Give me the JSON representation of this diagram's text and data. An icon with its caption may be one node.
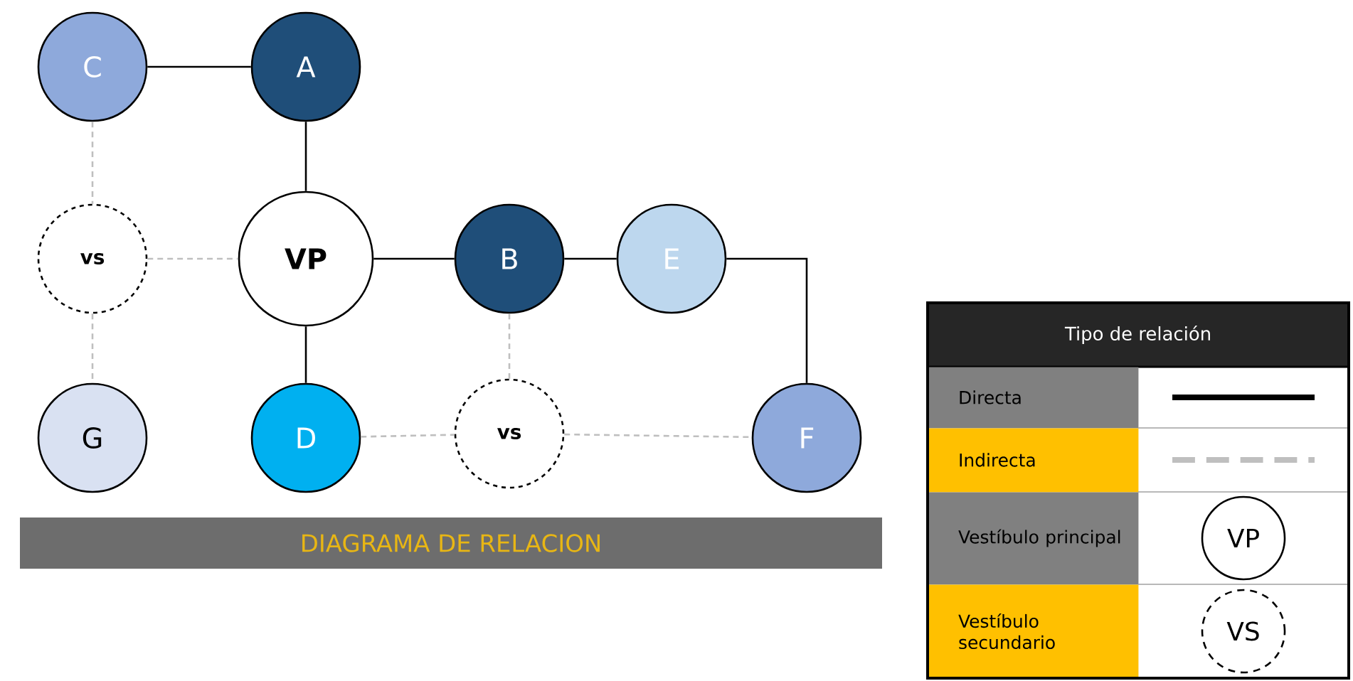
{
  "diagram": {
    "title": "DIAGRAMA DE RELACION",
    "nodes": [
      {
        "text": [
          "C"
        ]
      },
      {
        "text": [
          "A"
        ]
      },
      {
        "text": [
          "vs"
        ]
      },
      {
        "text": [
          "VP"
        ]
      },
      {
        "text": [
          "B"
        ]
      },
      {
        "text": [
          "E"
        ]
      },
      {
        "text": [
          "G"
        ]
      },
      {
        "text": [
          "D"
        ]
      },
      {
        "text": [
          "vs"
        ]
      },
      {
        "text": [
          "F"
        ]
      }
    ],
    "edges": [
      {
        "from": 0,
        "to": 1,
        "arrow": "none"
      },
      {
        "from": 1,
        "to": 3,
        "arrow": "none"
      },
      {
        "from": 0,
        "to": 2,
        "arrow": "none",
        "style": "dashed",
        "color": "#bfbfbf"
      },
      {
        "from": 2,
        "to": 3,
        "arrow": "none",
        "style": "dashed",
        "color": "#bfbfbf"
      },
      {
        "from": 2,
        "to": 6,
        "arrow": "none",
        "style": "dashed",
        "color": "#bfbfbf"
      },
      {
        "from": 3,
        "to": 4,
        "arrow": "none"
      },
      {
        "from": 4,
        "to": 5,
        "arrow": "none"
      },
      {
        "from": 5,
        "to": 9,
        "arrow": "none"
      },
      {
        "from": 3,
        "to": 7,
        "arrow": "none"
      },
      {
        "from": 4,
        "to": 8,
        "arrow": "none",
        "style": "dashed",
        "color": "#bfbfbf"
      },
      {
        "from": 7,
        "to": 8,
        "arrow": "none",
        "style": "dashed",
        "color": "#bfbfbf"
      },
      {
        "from": 8,
        "to": 9,
        "arrow": "none",
        "style": "dashed",
        "color": "#bfbfbf"
      }
    ],
    "labels": [
      "Tipo de relación",
      "VP",
      "VS"
    ],
    "legend": [
      {
        "text": "Directa"
      },
      {
        "text": "Indirecta"
      },
      {
        "text": "Vestíbulo principal"
      },
      {
        "text": "Vestíbulo secundario"
      }
    ]
  }
}
